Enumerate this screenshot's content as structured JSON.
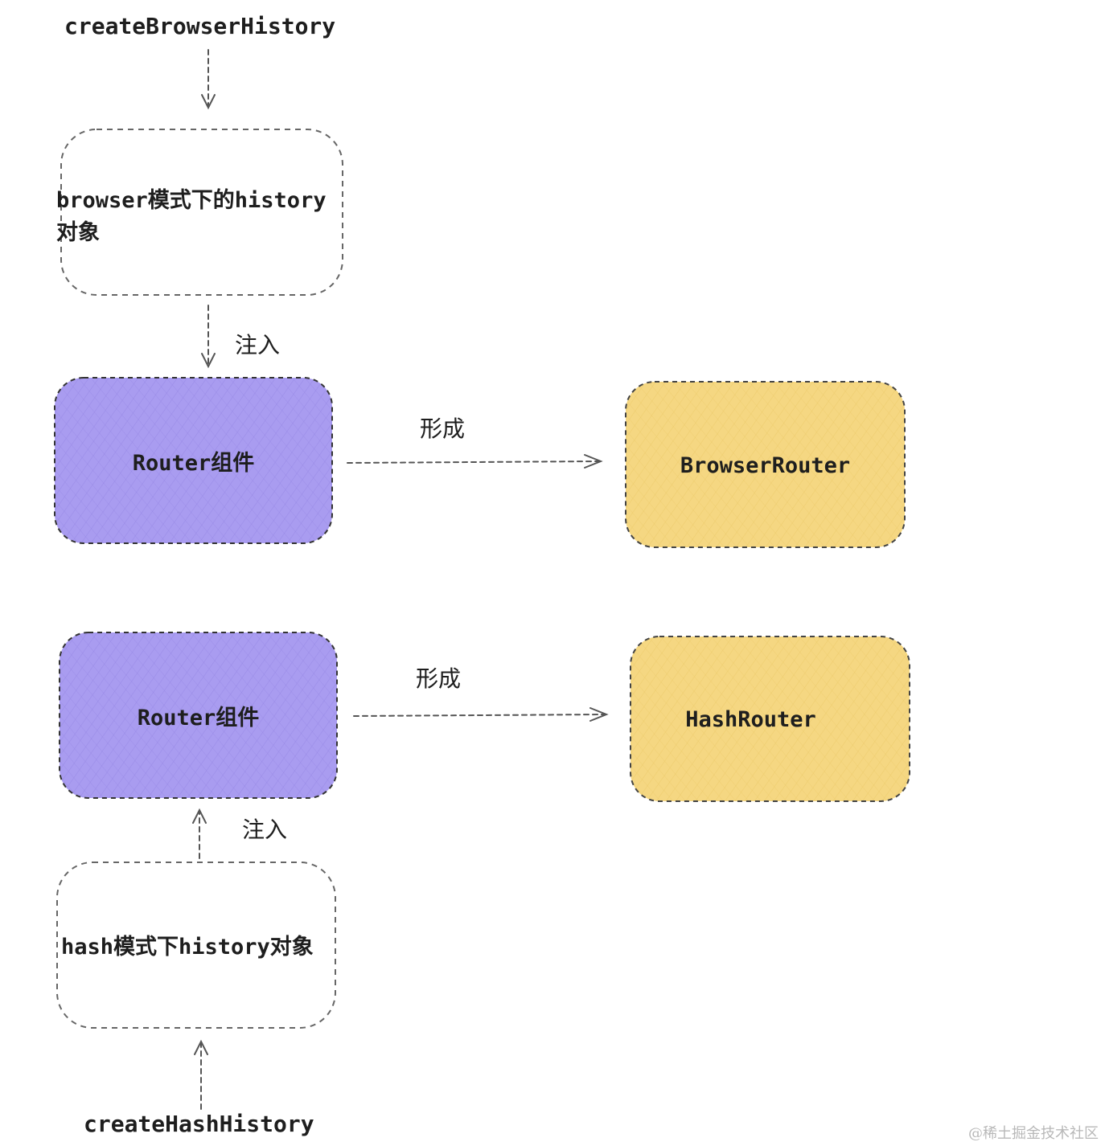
{
  "top_source": {
    "label": "createBrowserHistory"
  },
  "bottom_source": {
    "label": "createHashHistory"
  },
  "browser_history_node": {
    "label": "browser模式下的history对象"
  },
  "hash_history_node": {
    "label": "hash模式下history对象"
  },
  "router_top": {
    "label": "Router组件"
  },
  "router_bottom": {
    "label": "Router组件"
  },
  "browser_router": {
    "label": "BrowserRouter"
  },
  "hash_router": {
    "label": "HashRouter"
  },
  "edges": {
    "inject_top": "注入",
    "inject_bottom": "注入",
    "form_top": "形成",
    "form_bottom": "形成"
  },
  "colors": {
    "router_fill": "#a99cf0",
    "result_fill": "#f5d782",
    "history_fill": "#ffffff",
    "stroke": "#555555"
  },
  "watermark": "@稀土掘金技术社区"
}
